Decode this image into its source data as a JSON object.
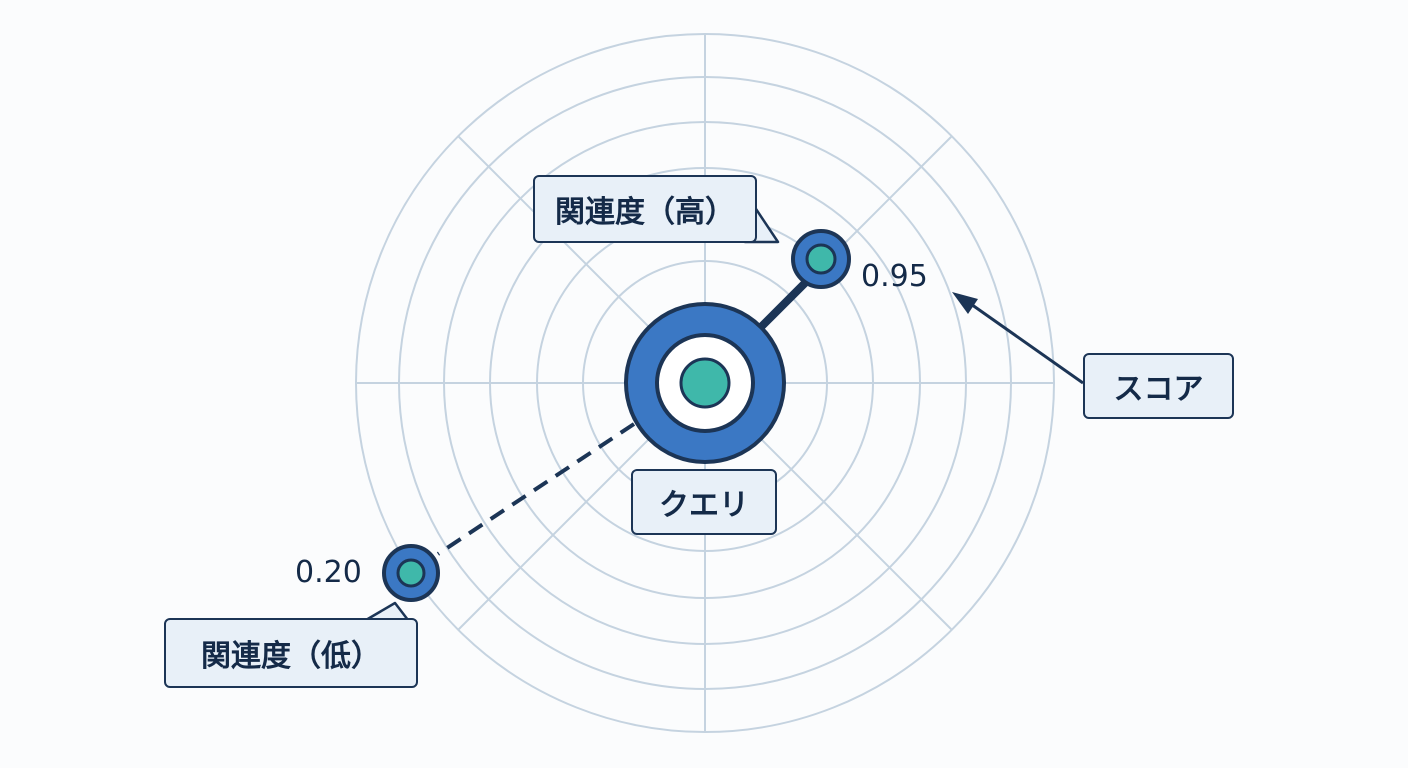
{
  "labels": {
    "high_relevance": "関連度（高）",
    "low_relevance": "関連度（低）",
    "query": "クエリ",
    "score": "スコア"
  },
  "scores": {
    "high": "0.95",
    "low": "0.20"
  },
  "colors": {
    "ring_grid": "#c5d3e0",
    "node_blue": "#3b78c4",
    "node_core": "#3fb8aa",
    "outline": "#1c3556",
    "callout_fill": "#e8f0f8",
    "text": "#142a48"
  }
}
